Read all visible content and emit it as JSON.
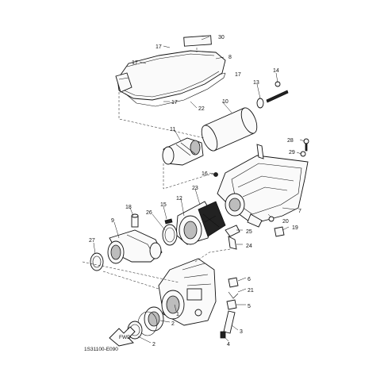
{
  "diagram": {
    "drawing_code": "1S31100-E090",
    "fwd_label": "FWD",
    "callouts": [
      "30",
      "17",
      "8",
      "17",
      "17",
      "22",
      "17",
      "13",
      "14",
      "10",
      "11",
      "28",
      "29",
      "16",
      "20",
      "7",
      "23",
      "12",
      "18",
      "15",
      "26",
      "9",
      "25",
      "19",
      "24",
      "27",
      "6",
      "21",
      "5",
      "1",
      "3",
      "2",
      "2",
      "4"
    ]
  }
}
